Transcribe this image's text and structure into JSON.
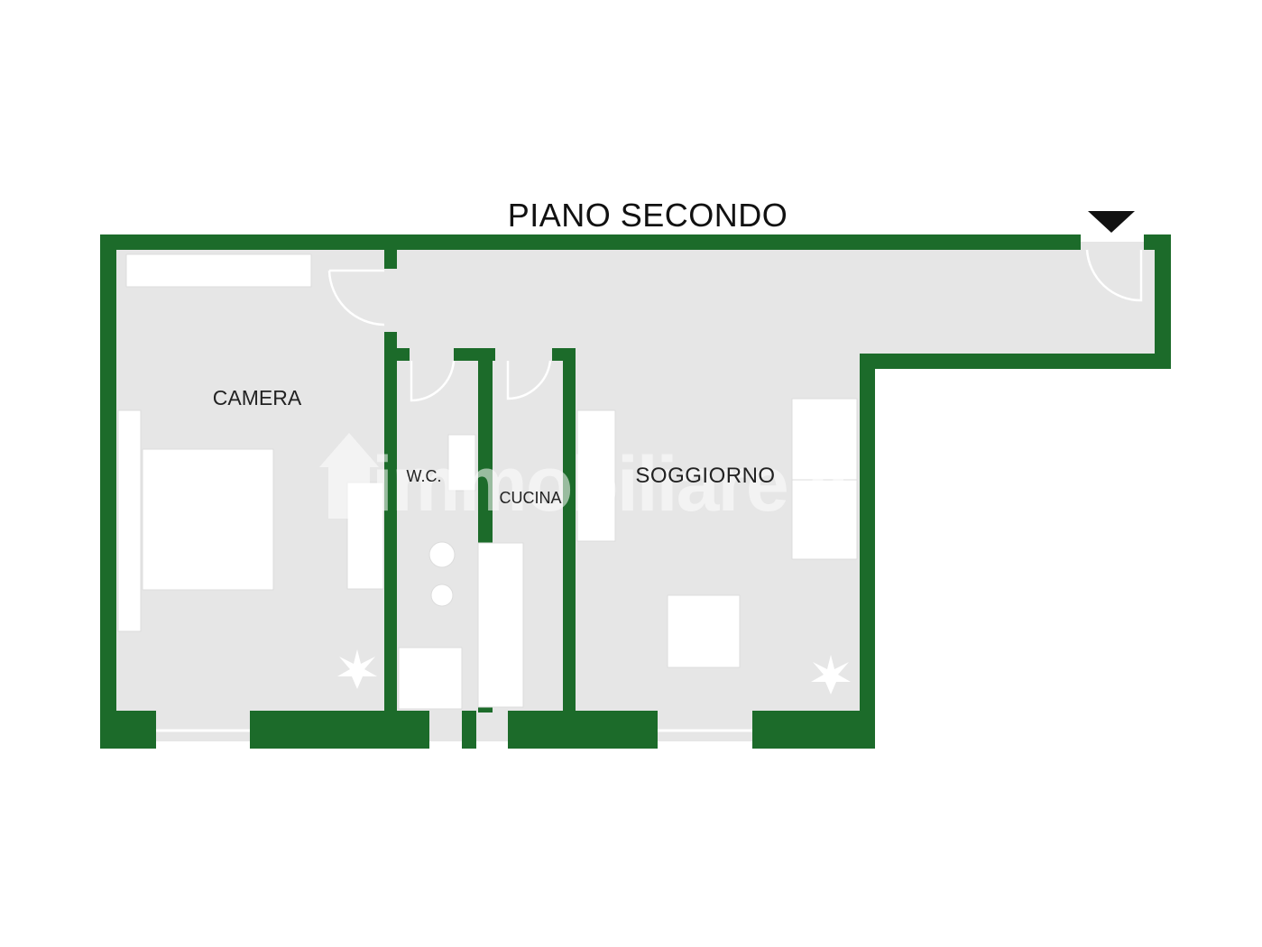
{
  "title": "PIANO SECONDO",
  "rooms": {
    "camera": "CAMERA",
    "wc": "W.C.",
    "cucina": "CUCINA",
    "soggiorno": "SOGGIORNO"
  },
  "watermark": "immobiliare.it",
  "colors": {
    "wall": "#1c6b2a",
    "floor": "#e6e6e6",
    "furniture": "#ffffff",
    "background": "#ffffff"
  },
  "icons": [
    "entrance-arrow-icon",
    "plant-icon",
    "house-logo-icon"
  ]
}
